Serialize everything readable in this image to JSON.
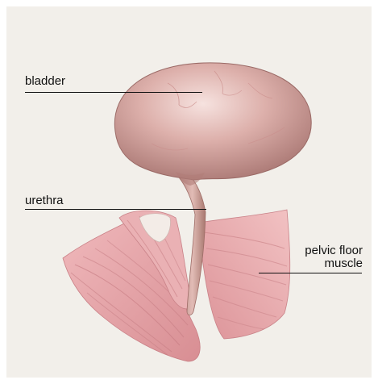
{
  "labels": {
    "bladder": "bladder",
    "urethra": "urethra",
    "pelvic_floor_muscle": "pelvic floor\nmuscle"
  },
  "colors": {
    "background": "#f2efea",
    "bladder": "#d9aca8",
    "muscle": "#e3a0a4",
    "leader_lines": "#111111"
  }
}
